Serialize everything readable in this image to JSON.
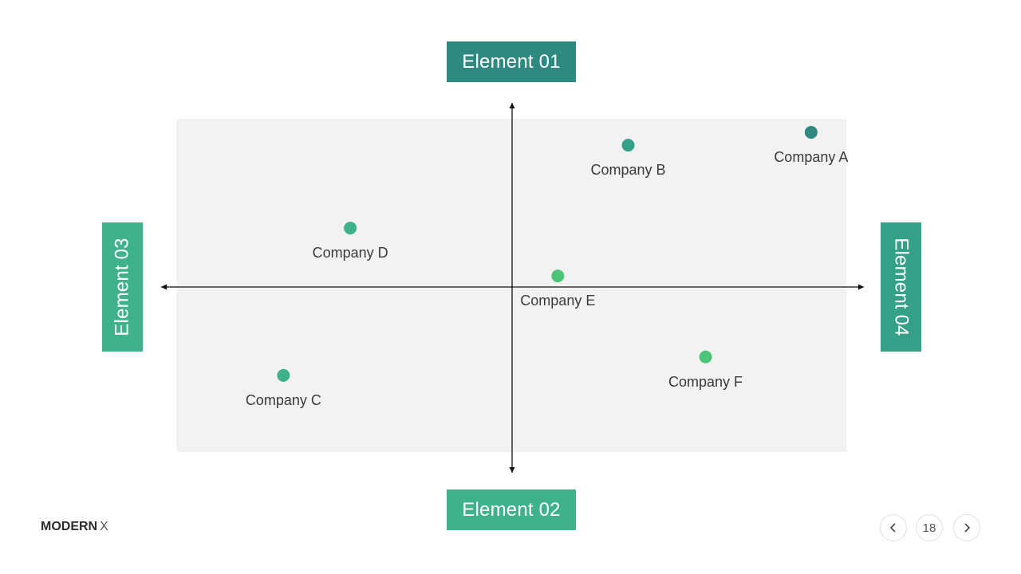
{
  "colors": {
    "dark_teal": "#2e8a80",
    "teal": "#35a088",
    "green": "#3fb28a",
    "light_green": "#4cc47a",
    "quadrant_bg": "#f2f2f2",
    "axis": "#111111"
  },
  "elements": {
    "top": "Element 01",
    "bottom": "Element 02",
    "left": "Element 03",
    "right": "Element 04"
  },
  "chart_data": {
    "type": "scatter",
    "xlim": [
      -10,
      10
    ],
    "ylim": [
      -10,
      10
    ],
    "points": [
      {
        "name": "Company A",
        "x": 8.5,
        "y": 8.4,
        "color": "#2e8a80"
      },
      {
        "name": "Company B",
        "x": 3.3,
        "y": 7.7,
        "color": "#35a088"
      },
      {
        "name": "Company C",
        "x": -6.5,
        "y": -4.8,
        "color": "#3fb28a"
      },
      {
        "name": "Company D",
        "x": -4.6,
        "y": 3.2,
        "color": "#3fb28a"
      },
      {
        "name": "Company E",
        "x": 1.3,
        "y": 0.6,
        "color": "#4cc47a"
      },
      {
        "name": "Company F",
        "x": 5.5,
        "y": -3.8,
        "color": "#4cc47a"
      }
    ]
  },
  "footer": {
    "brand_bold": "MODERN",
    "brand_light": "X",
    "prev_icon": "chevron-left-icon",
    "next_icon": "chevron-right-icon",
    "page": "18"
  }
}
